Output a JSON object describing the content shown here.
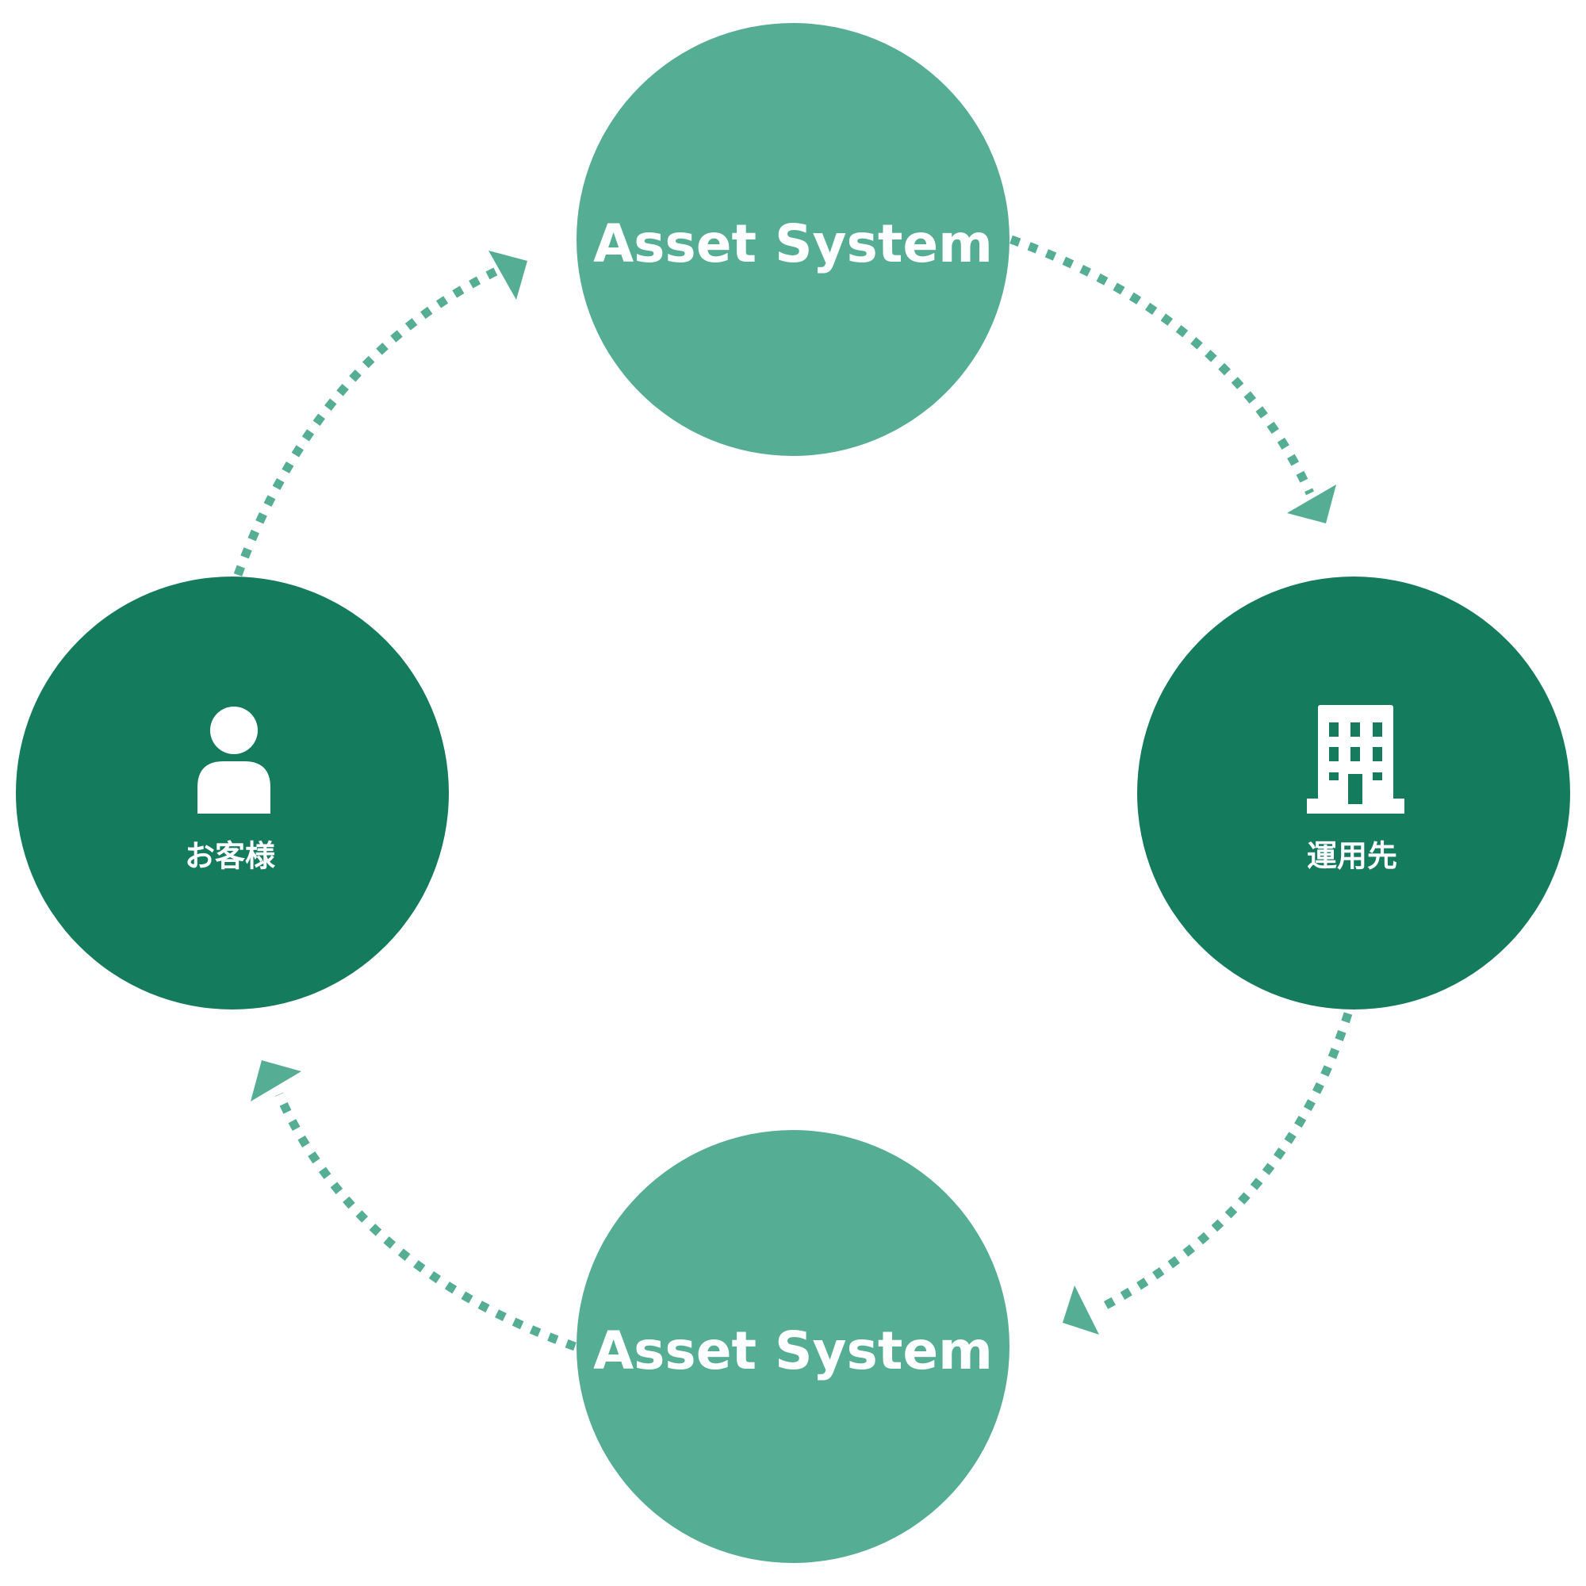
{
  "colors": {
    "system": "#55ae93",
    "party": "#157b5d",
    "icon": "#ffffff"
  },
  "nodes": {
    "system_top": {
      "label": "Asset System"
    },
    "system_bottom": {
      "label": "Asset System"
    },
    "customer": {
      "label": "お客様",
      "icon": "person-icon"
    },
    "investee": {
      "label": "運用先",
      "icon": "building-icon"
    }
  }
}
